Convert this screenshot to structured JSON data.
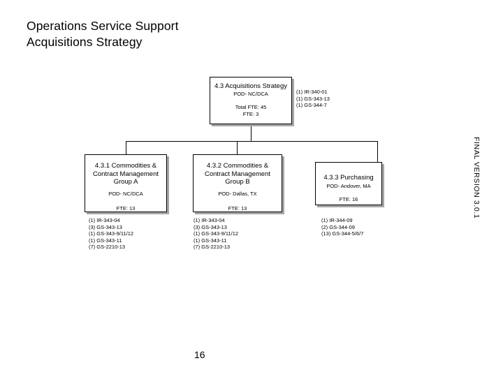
{
  "slide": {
    "title": "Operations Service Support\nAcquisitions Strategy",
    "page_number": "16",
    "side_label": "FINAL VERSION 3.0.1"
  },
  "org_chart": {
    "root": {
      "heading": "4.3 Acquisitions Strategy",
      "location": "POD- NC/DCA",
      "total_fte": "Total FTE: 45",
      "fte": "FTE: 3",
      "codes": "(1) IR-340-01\n(1) GS-343-13\n(1) GS-344-7"
    },
    "children": [
      {
        "heading": "4.3.1 Commodities &\nContract Management\nGroup A",
        "location": "POD- NC/DCA",
        "fte": "FTE: 13",
        "codes": "(1) IR-343-04\n(3) GS-343-13\n(1) GS-343-9/11/12\n(1) GS-343-11\n(7) GS-2210-13"
      },
      {
        "heading": "4.3.2 Commodities &\nContract Management\nGroup B",
        "location": "POD- Dallas, TX",
        "fte": "FTE: 13",
        "codes": "(1) IR-343-04\n(3) GS-343-13\n(1) GS-343-9/11/12\n(1) GS-343-11\n(7) GS-2210-13"
      },
      {
        "heading": "4.3.3 Purchasing",
        "location": "POD- Andover, MA",
        "fte": "FTE: 16",
        "codes": "(1) IR-344-09\n(2) GS-344-09\n(13) GS-344-5/6/7"
      }
    ]
  },
  "colors": {
    "background": "#ffffff",
    "text": "#000000",
    "box_border": "#000000",
    "box_shadow": "#a6a6a6"
  }
}
